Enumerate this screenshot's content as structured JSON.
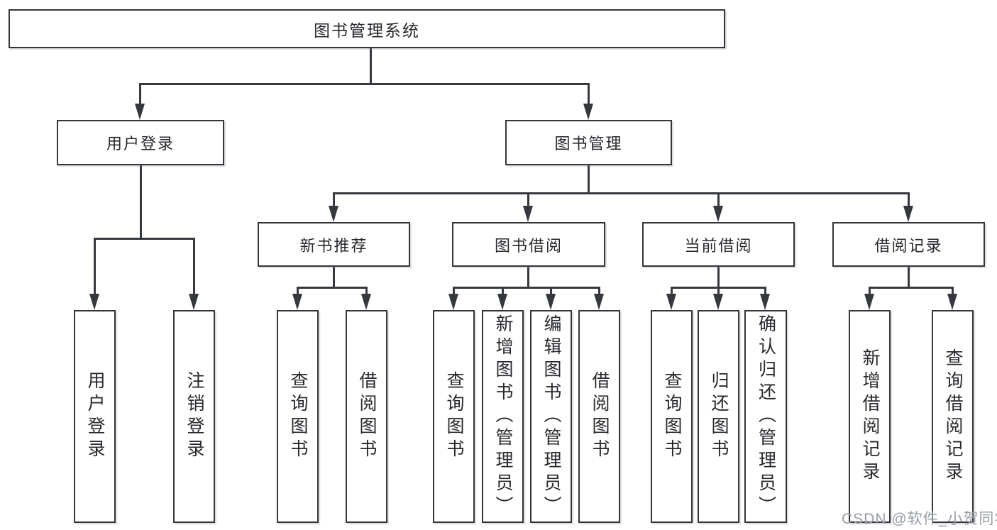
{
  "diagram": {
    "root": {
      "label": "图书管理系统",
      "children": [
        {
          "label": "用户登录",
          "children": [
            {
              "label": "用户登录"
            },
            {
              "label": "注销登录"
            }
          ]
        },
        {
          "label": "图书管理",
          "children": [
            {
              "label": "新书推荐",
              "children": [
                {
                  "label": "查询图书"
                },
                {
                  "label": "借阅图书"
                }
              ]
            },
            {
              "label": "图书借阅",
              "children": [
                {
                  "label": "查询图书"
                },
                {
                  "label": "新增图书（管理员）"
                },
                {
                  "label": "编辑图书（管理员）"
                },
                {
                  "label": "借阅图书"
                }
              ]
            },
            {
              "label": "当前借阅",
              "children": [
                {
                  "label": "查询图书"
                },
                {
                  "label": "归还图书"
                },
                {
                  "label": "确认归还（管理员）"
                }
              ]
            },
            {
              "label": "借阅记录",
              "children": [
                {
                  "label": "新增借阅记录"
                },
                {
                  "label": "查询借阅记录"
                }
              ]
            }
          ]
        }
      ]
    }
  },
  "watermark": {
    "text": "CSDN @软件_小贺同学"
  },
  "colors": {
    "line": "#35383d",
    "box_border": "#33363b",
    "box_fill": "#ffffff",
    "text": "#26282c",
    "watermark": "#989da5",
    "background": "#ffffff"
  }
}
